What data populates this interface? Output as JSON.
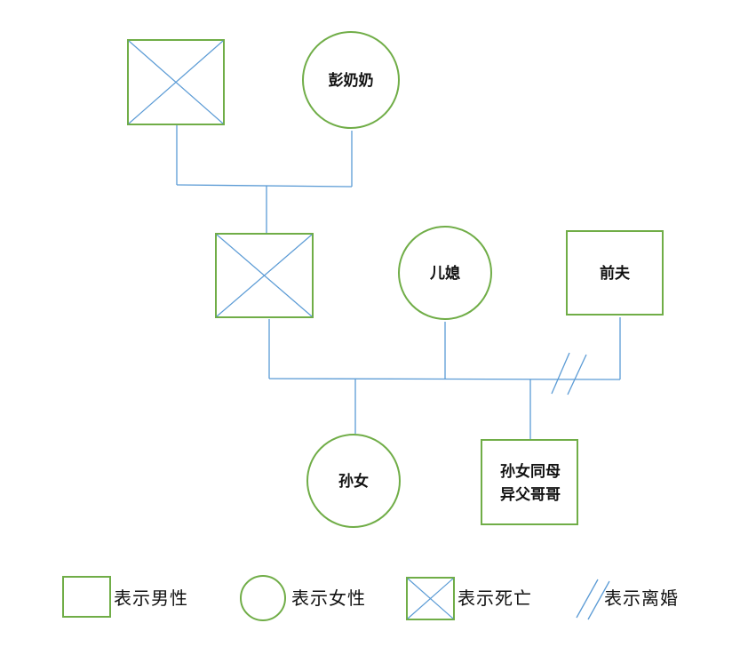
{
  "colors": {
    "shape_stroke": "#70ad47",
    "line": "#5b9bd5",
    "text": "#111111",
    "background": "#ffffff"
  },
  "nodes": {
    "grandfather": {
      "shape": "square",
      "deceased": true,
      "label": ""
    },
    "grandmother": {
      "shape": "circle",
      "label": "彭奶奶"
    },
    "father": {
      "shape": "square",
      "deceased": true,
      "label": ""
    },
    "daughter_in_law": {
      "shape": "circle",
      "label": "儿媳"
    },
    "ex_husband": {
      "shape": "square",
      "label": "前夫"
    },
    "granddaughter": {
      "shape": "circle",
      "label": "孙女"
    },
    "half_brother": {
      "shape": "square",
      "label_line1": "孙女同母",
      "label_line2": "异父哥哥"
    }
  },
  "legend": {
    "male": {
      "icon": "square-icon",
      "label": "表示男性"
    },
    "female": {
      "icon": "circle-icon",
      "label": "表示女性"
    },
    "deceased": {
      "icon": "crossed-square-icon",
      "label": "表示死亡"
    },
    "divorce": {
      "icon": "double-slash-icon",
      "label": "表示离婚"
    }
  }
}
